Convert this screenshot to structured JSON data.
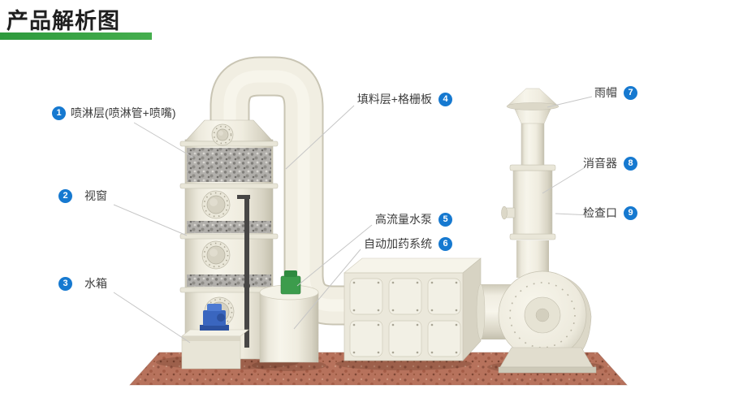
{
  "page": {
    "title": "产品解析图"
  },
  "colors": {
    "accent_green": "#36a043",
    "badge_blue": "#1679d0",
    "base_brick": "#b7725c",
    "equipment_body": "#f1eee3",
    "label_text": "#3c3c3c"
  },
  "callouts": [
    {
      "num": "1",
      "label": "喷淋层(喷淋管+喷嘴)"
    },
    {
      "num": "2",
      "label": "视窗"
    },
    {
      "num": "3",
      "label": "水箱"
    },
    {
      "num": "4",
      "label": "填料层+格栅板"
    },
    {
      "num": "5",
      "label": "高流量水泵"
    },
    {
      "num": "6",
      "label": "自动加药系统"
    },
    {
      "num": "7",
      "label": "雨帽"
    },
    {
      "num": "8",
      "label": "消音器"
    },
    {
      "num": "9",
      "label": "检查口"
    }
  ]
}
